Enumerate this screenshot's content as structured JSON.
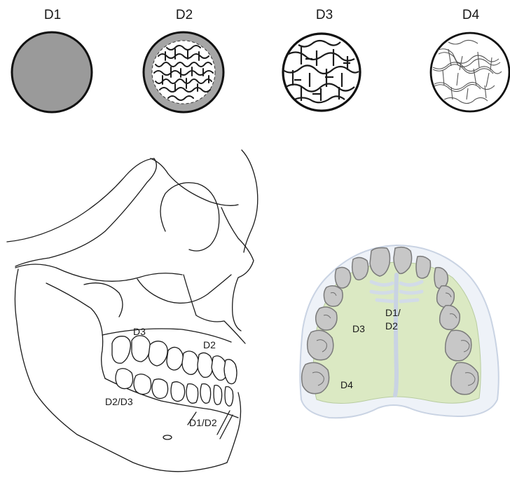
{
  "density_classes": [
    {
      "label": "D1"
    },
    {
      "label": "D2"
    },
    {
      "label": "D3"
    },
    {
      "label": "D4"
    }
  ],
  "skull_labels": {
    "d3": "D3",
    "d2": "D2",
    "d2_d3": "D2/D3",
    "d1_d2": "D1/D2"
  },
  "palate_labels": {
    "d1_d2_line1": "D1/",
    "d1_d2_line2": "D2",
    "d3": "D3",
    "d4": "D4"
  },
  "colors": {
    "d1_fill": "#9a9a9a",
    "cortical_ring": "#a5a5a5",
    "palate_green": "#dbe9c3",
    "gum_outline": "#c9d3e3",
    "tooth_gray": "#bdbdbd"
  }
}
